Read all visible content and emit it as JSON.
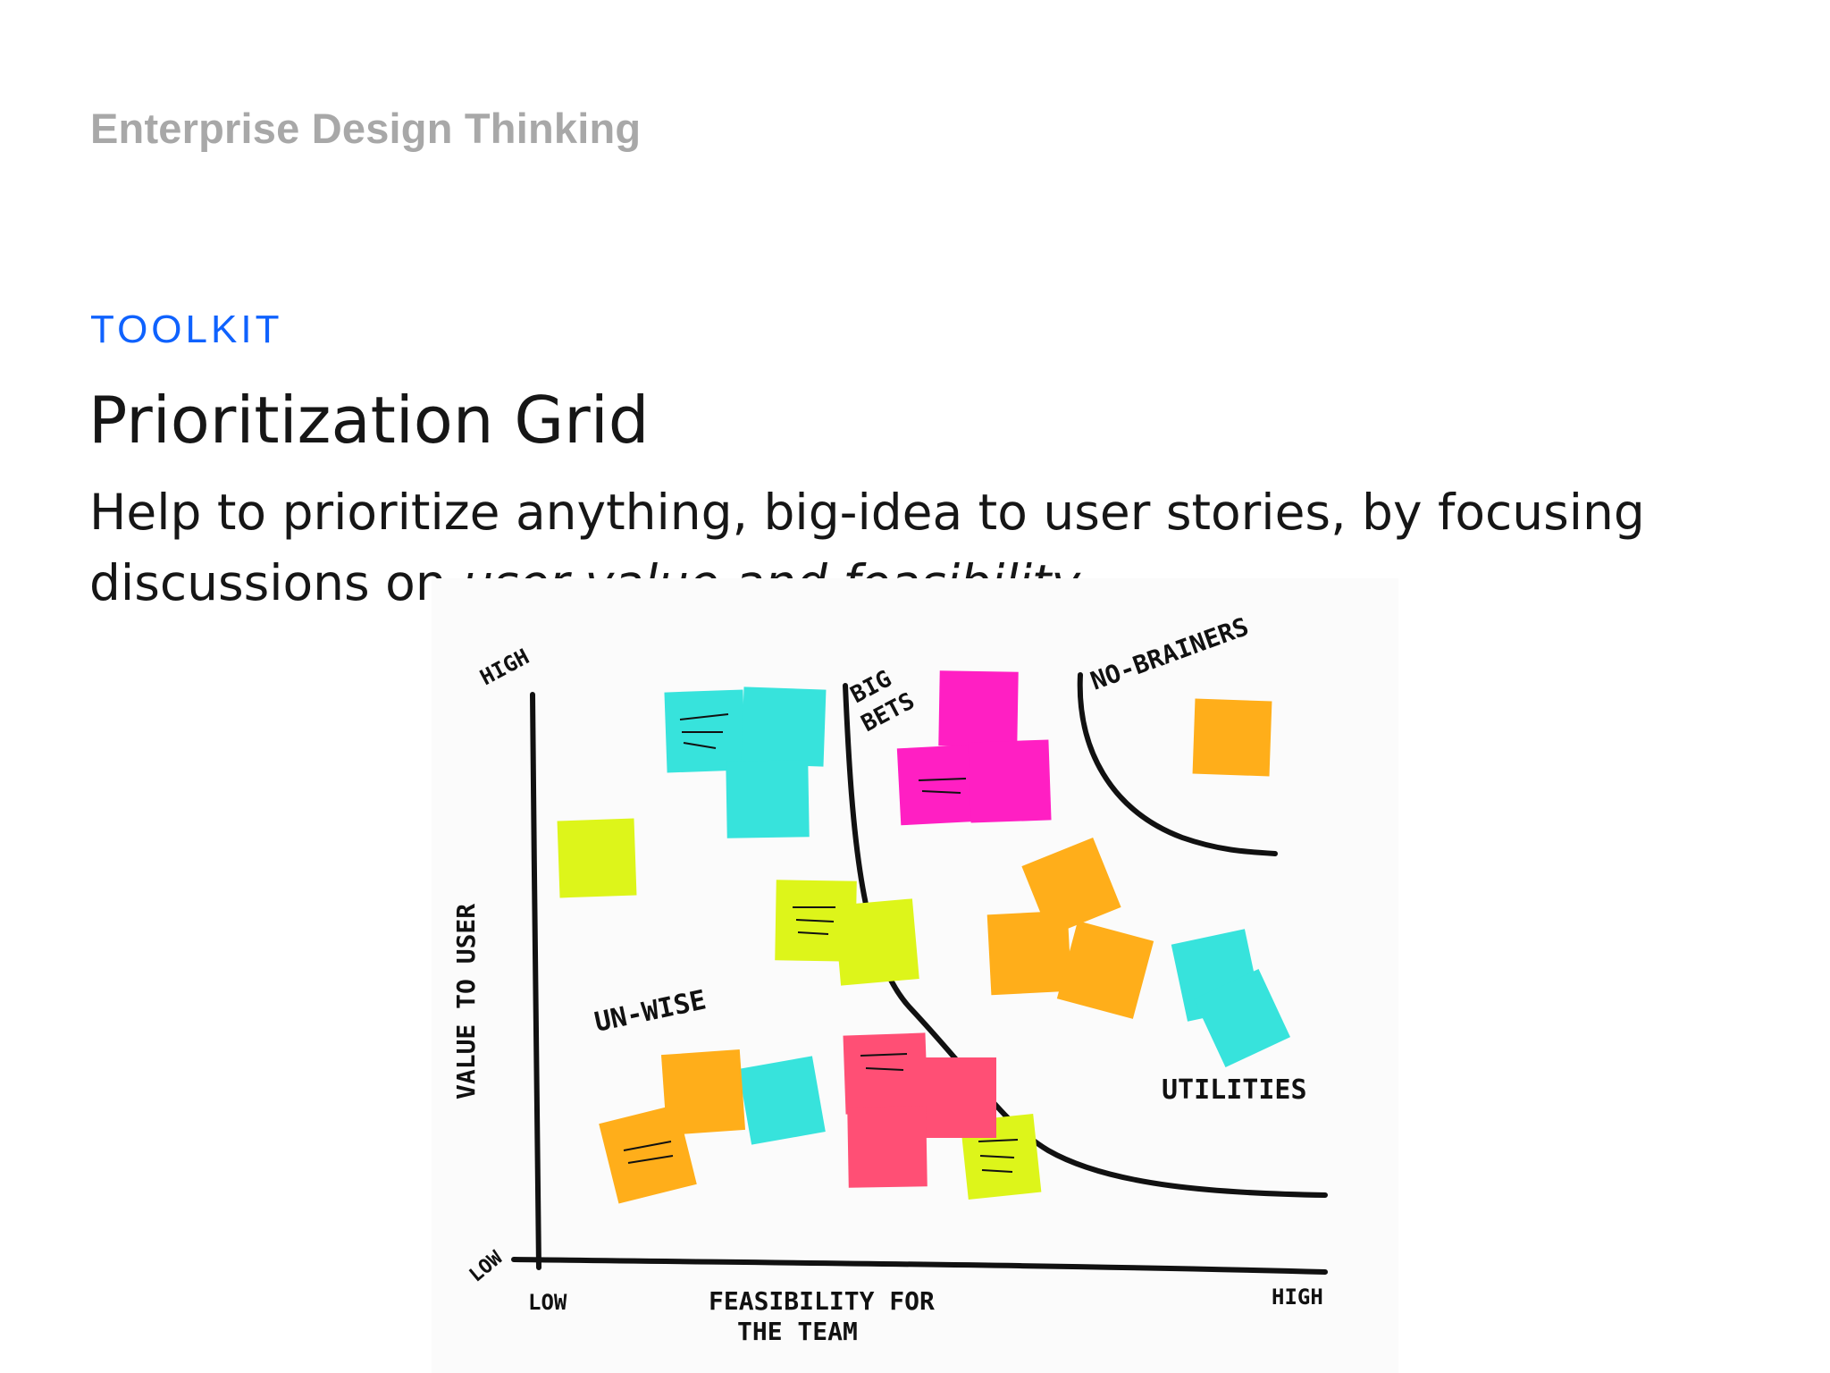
{
  "header": {
    "brand": "Enterprise Design Thinking"
  },
  "hero": {
    "eyebrow": "TOOLKIT",
    "title": "Prioritization Grid",
    "lead_before": "Help to prioritize anything, big-idea to user stories, by focusing discussions on ",
    "lead_emphasis": "user value and feasibility",
    "lead_after": "."
  },
  "figure": {
    "y_axis_label": "VALUE TO USER",
    "x_axis_label_line1": "FEASIBILITY FOR",
    "x_axis_label_line2": "THE TEAM",
    "y_high": "HIGH",
    "y_low": "LOW",
    "x_low": "LOW",
    "x_high": "HIGH",
    "quadrants": {
      "big_bets_line1": "BIG",
      "big_bets_line2": "BETS",
      "no_brainers": "NO-BRAINERS",
      "unwise": "UN-WISE",
      "utilities": "UTILITIES"
    },
    "colors": {
      "cyan": "#37e3dc",
      "magenta": "#ff1fc3",
      "orange": "#ffae1a",
      "lime": "#ddf51a",
      "red": "#ff4f75",
      "ink": "#111111"
    }
  }
}
